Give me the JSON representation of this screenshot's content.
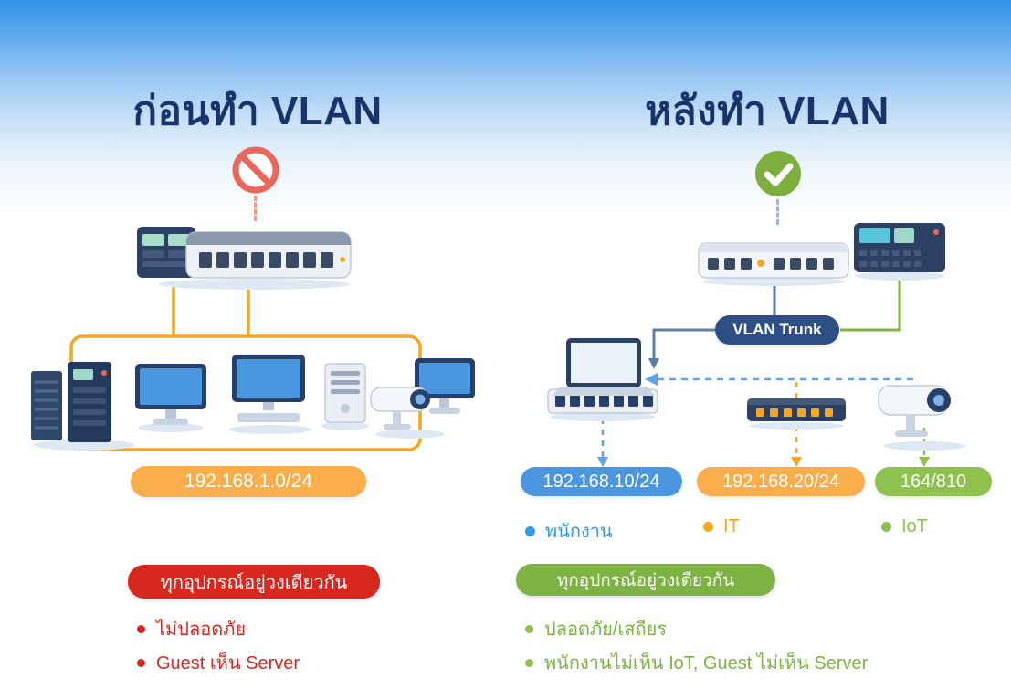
{
  "left": {
    "title": "ก่อนทำ VLAN",
    "status_icon": "prohibition-icon",
    "subnet": "192.168.1.0/24",
    "badge": "ทุกอุปกรณ์อยู่วงเดียวกัน",
    "bullets": [
      "ไม่ปลอดภัย",
      "Guest เห็น Server"
    ],
    "colors": {
      "network_line": "#F5A623",
      "subnet_pill": "#F9AE4B",
      "badge": "#D6281E"
    }
  },
  "right": {
    "title": "หลังทำ VLAN",
    "status_icon": "check-icon",
    "trunk_label": "VLAN Trunk",
    "vlans": [
      {
        "subnet": "192.168.10/24",
        "label": "พนักงาน",
        "color": "#4A97E0"
      },
      {
        "subnet": "192.168.20/24",
        "label": "IT",
        "color": "#F9AE4B"
      },
      {
        "subnet": "164/810",
        "label": "IoT",
        "color": "#8FC14F"
      }
    ],
    "badge": "ทุกอุปกรณ์อยู่วงเดียวกัน",
    "bullets": [
      "ปลอดภัย/เสถียร",
      "พนักงานไม่เห็น IoT, Guest ไม่เห็น Server"
    ],
    "colors": {
      "trunk_pill": "#2D4F86",
      "badge": "#7CB342",
      "title": "#17356B"
    }
  }
}
